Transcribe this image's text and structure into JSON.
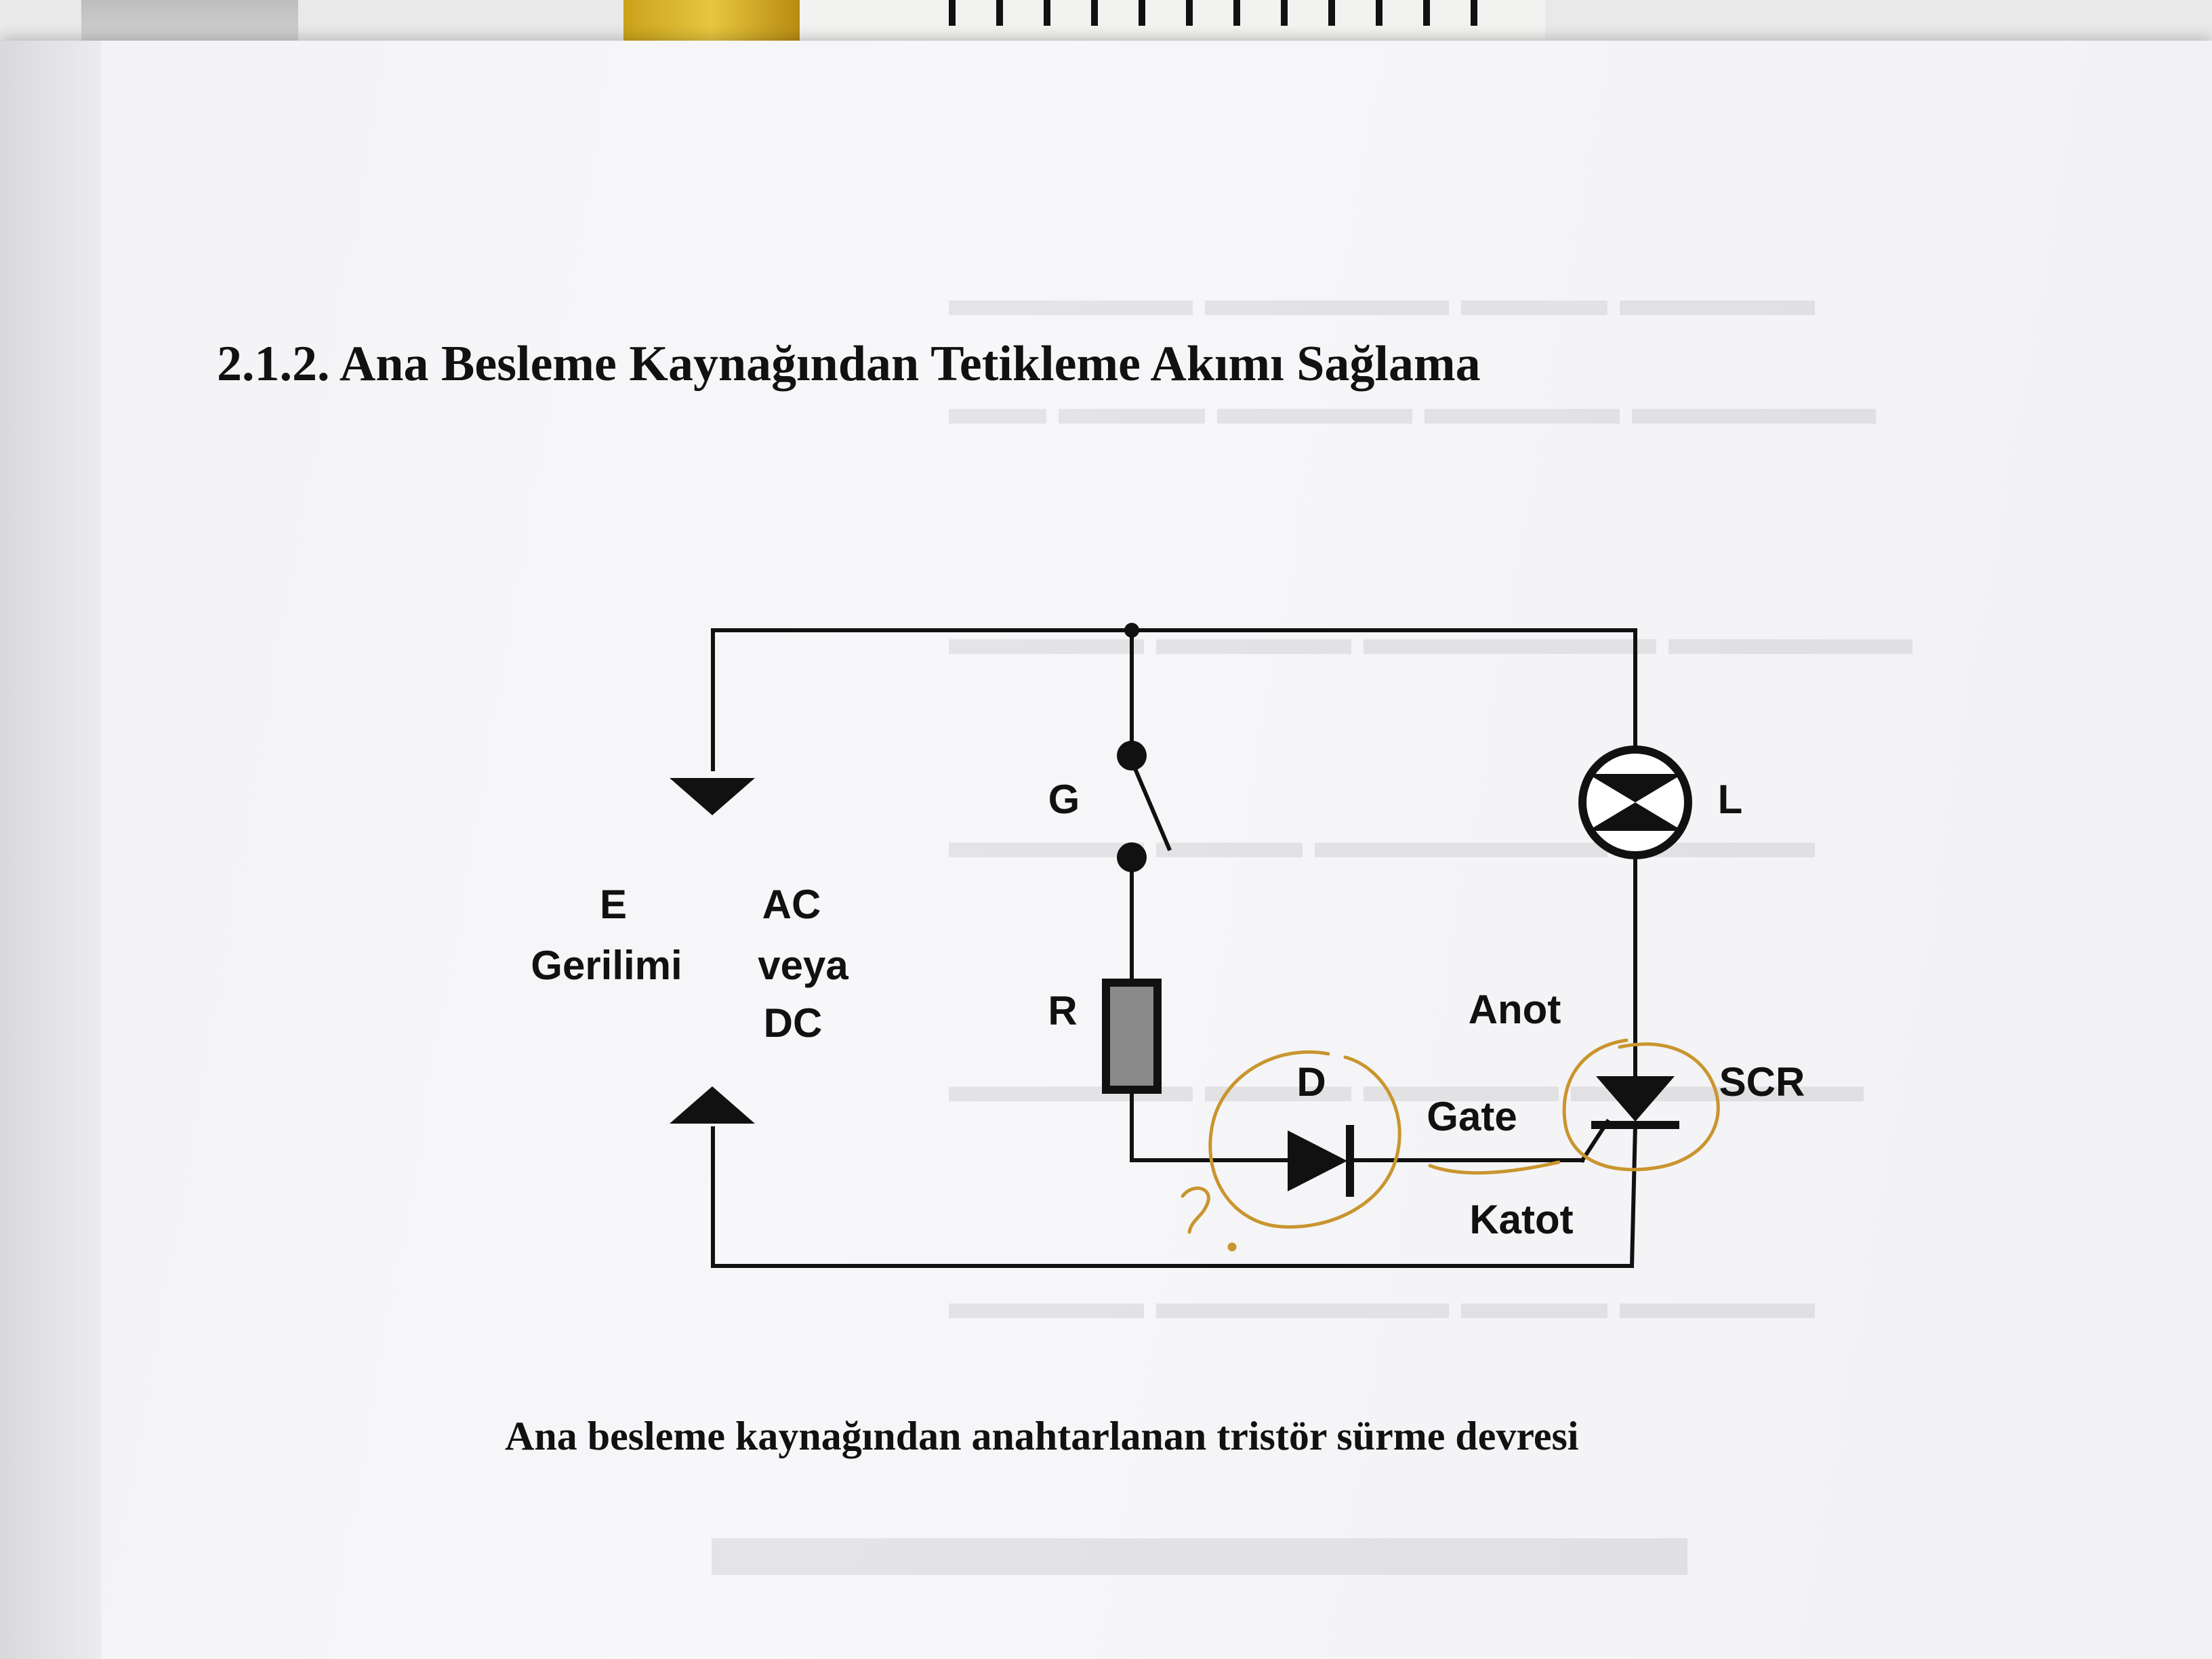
{
  "section_title": "2.1.2. Ana Besleme Kaynağından Tetikleme Akımı Sağlama",
  "figure_caption": "Ana besleme kaynağından anahtarlanan tristör sürme devresi",
  "circuit": {
    "source_label_line1": "E",
    "source_label_line2": "Gerilimi",
    "source_type_line1": "AC",
    "source_type_line2": "veya",
    "source_type_line3": "DC",
    "switch_label": "G",
    "resistor_label": "R",
    "diode_label": "D",
    "lamp_label": "L",
    "scr_label": "SCR",
    "anode_label": "Anot",
    "gate_label": "Gate",
    "cathode_label": "Katot"
  },
  "handwritten_note": "?",
  "colors": {
    "ink": "#111111",
    "pen_annotation": "#c9952e",
    "resistor_fill": "#8a8a8a",
    "page": "#f4f4f6"
  }
}
